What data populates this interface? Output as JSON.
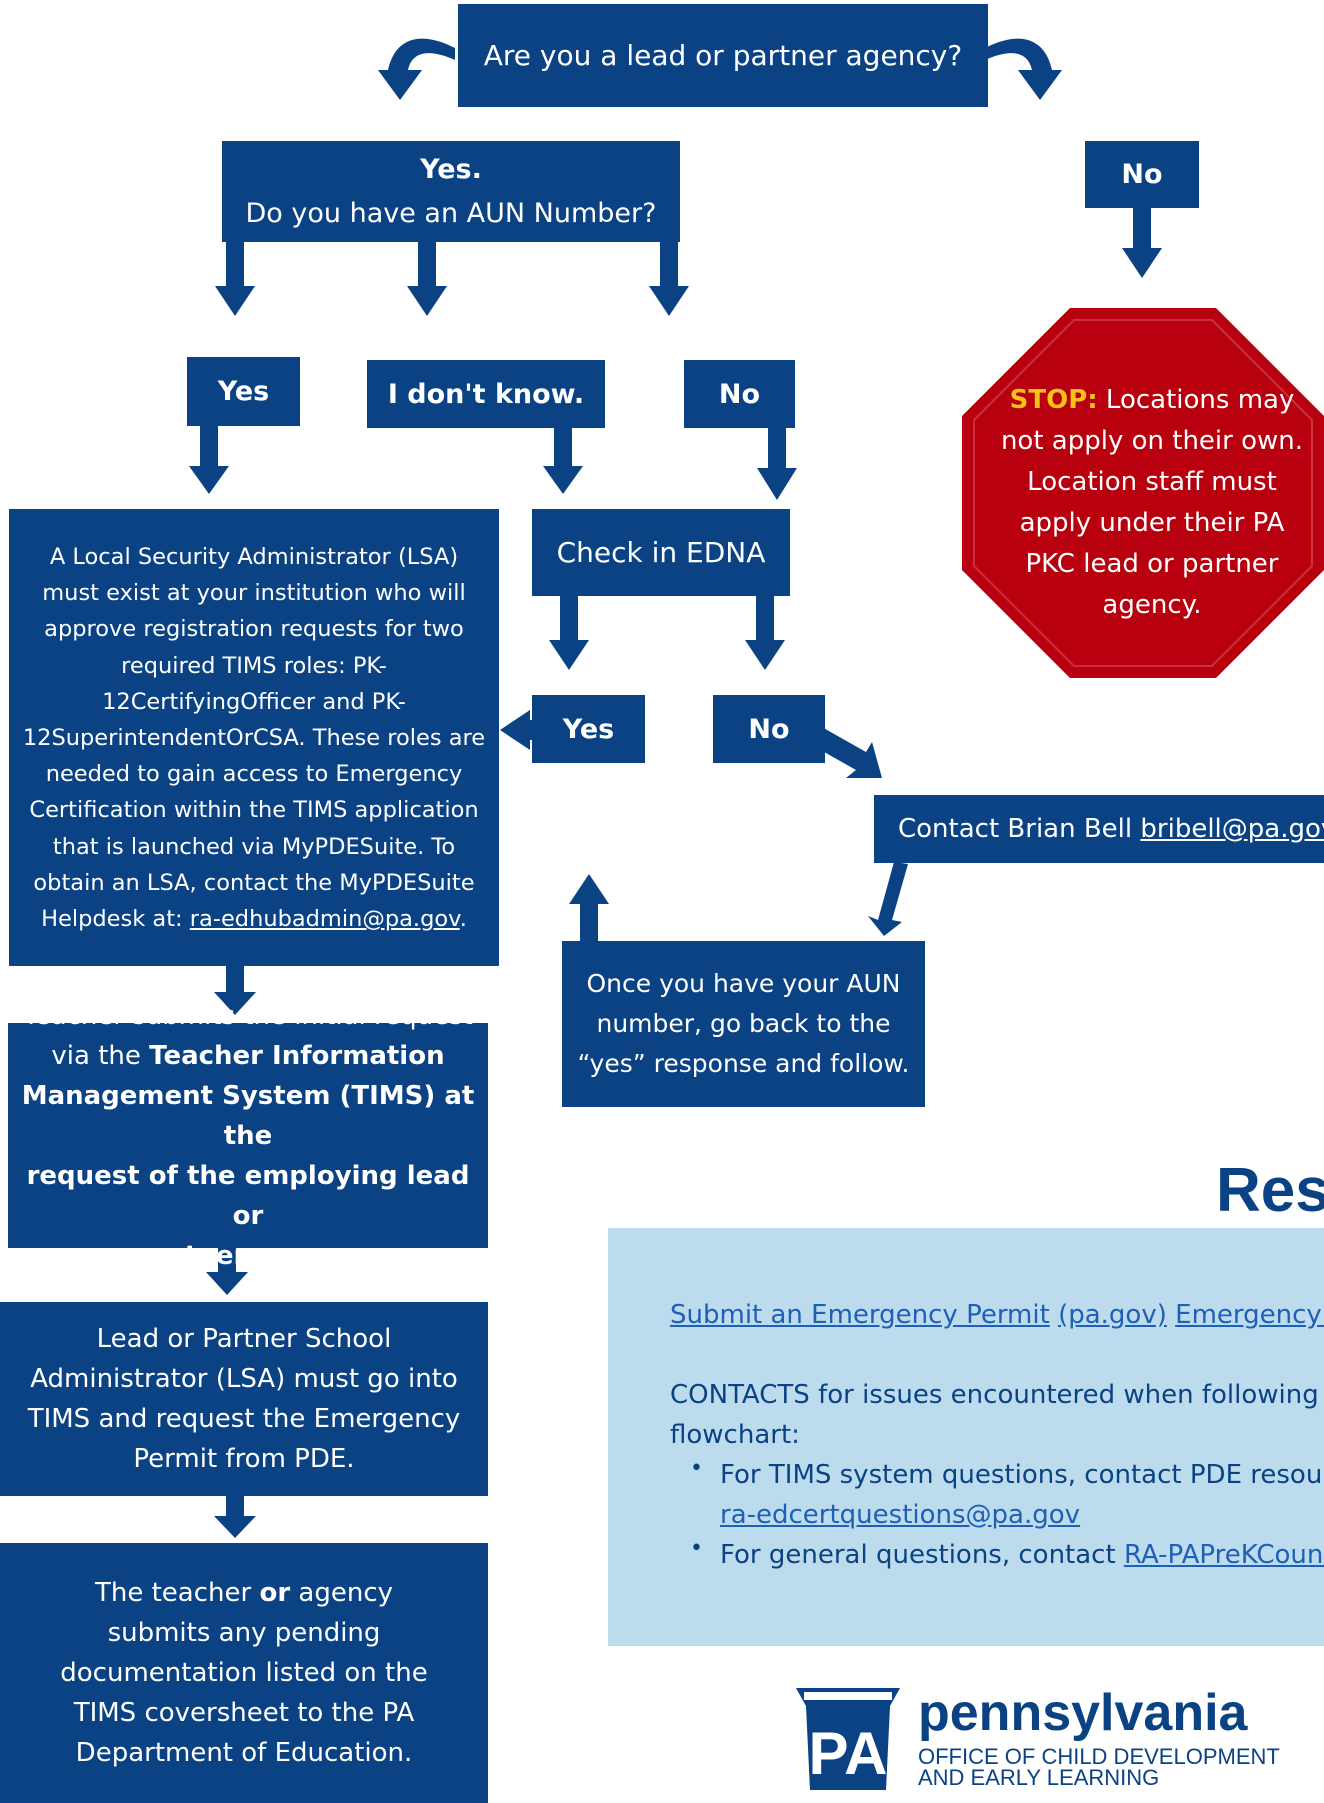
{
  "colors": {
    "box": "#0a4283",
    "stop": "#b8000e",
    "stop_label": "#f7c31a",
    "panel": "#bcdcee",
    "link": "#1f5fb5"
  },
  "question": "Are you a lead or partner agency?",
  "yes_branch": {
    "title": "Yes.",
    "question": "Do you have an AUN Number?"
  },
  "no_branch": "No",
  "stop": {
    "label": "STOP:",
    "lines": [
      "Locations may",
      "not apply on their own.",
      "Location staff must",
      "apply under their PA",
      "PKC lead or partner",
      "agency."
    ]
  },
  "aun_yes": "Yes",
  "aun_unknown": "I don't know.",
  "aun_no": "No",
  "lsa_box": {
    "lines": [
      "A Local Security Administrator (LSA)",
      "must exist at your institution who will",
      "approve registration requests for two",
      "required TIMS roles: PK-",
      "12CertifyingOfficer and PK-",
      "12SuperintendentOrCSA. These roles are",
      "needed to gain access to Emergency",
      "Certification within the TIMS application",
      "that is launched via MyPDESuite. To",
      "obtain an LSA, contact the MyPDESuite"
    ],
    "last_line_prefix": "Helpdesk at: ",
    "email": "ra-edhubadmin@pa.gov",
    "last_line_suffix": "."
  },
  "edna": "Check in EDNA",
  "edna_yes": "Yes",
  "edna_no": "No",
  "contact": {
    "text": "Contact Brian Bell",
    "email": "bribell@pa.gov"
  },
  "aun_back": [
    "Once you have your AUN",
    "number, go back to the",
    "“yes” response and follow."
  ],
  "teacher_box": {
    "line1": "Teacher submits the initial request",
    "line2_plain": "via the ",
    "line2_bold": "Teacher Information",
    "line3": "Management System (TIMS) at the",
    "line4": "request of the employing lead or",
    "line5": "partner agency"
  },
  "admin_box": [
    "Lead or Partner School",
    "Administrator (LSA) must go into",
    "TIMS and request the Emergency",
    "Permit from PDE."
  ],
  "docs_box": {
    "line1_a": "The teacher ",
    "line1_b": "or",
    "line1_c": " agency",
    "lines": [
      "submits any pending",
      "documentation listed on the",
      "TIMS coversheet to the PA",
      "Department of Education."
    ]
  },
  "resources": {
    "title": "Resc",
    "link1": "Submit an Emergency Permit",
    "link2": "(pa.gov)",
    "link3": "Emergency Perm",
    "contacts_line1": "CONTACTS for issues encountered when following this",
    "contacts_line2": "flowchart:",
    "bullet1": "For TIMS system questions, contact PDE resource a",
    "bullet1_email": "ra-edcertquestions@pa.gov",
    "bullet2": "For general questions, contact",
    "bullet2_email": "RA-PAPreKCounts@"
  },
  "logo": {
    "mark": "PA",
    "word": "pennsylvania",
    "sub1": "OFFICE OF CHILD DEVELOPMENT",
    "sub2": "AND EARLY LEARNING"
  }
}
